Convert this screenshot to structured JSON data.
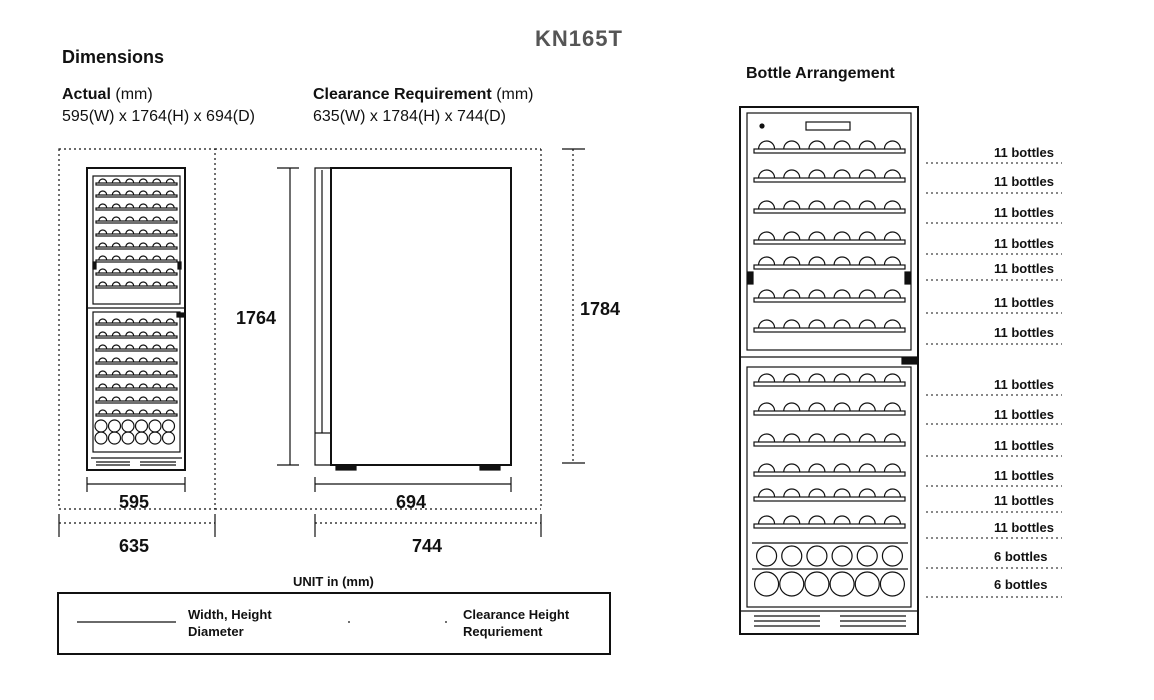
{
  "model": "KN165T",
  "dimensions": {
    "heading": "Dimensions",
    "actual": {
      "label": "Actual",
      "unit": "(mm)",
      "value": "595(W) x 1764(H) x 694(D)"
    },
    "clearance": {
      "label": "Clearance Requirement",
      "unit": "(mm)",
      "value": "635(W) x 1784(H) x 744(D)"
    },
    "front_width": "595",
    "front_clearance_width": "635",
    "side_height": "1764",
    "side_depth": "694",
    "side_clearance_depth": "744",
    "clearance_height": "1784"
  },
  "legend": {
    "unit": "UNIT in (mm)",
    "item1": [
      "Width, Height",
      "Diameter"
    ],
    "item2": [
      "Clearance Height",
      "Requriement"
    ]
  },
  "bottle_arrangement": {
    "heading": "Bottle Arrangement",
    "shelves": [
      "11 bottles",
      "11 bottles",
      "11 bottles",
      "11 bottles",
      "11 bottles",
      "11 bottles",
      "11 bottles",
      "11 bottles",
      "11 bottles",
      "11 bottles",
      "11 bottles",
      "11 bottles",
      "11 bottles",
      "6 bottles",
      "6 bottles"
    ]
  }
}
